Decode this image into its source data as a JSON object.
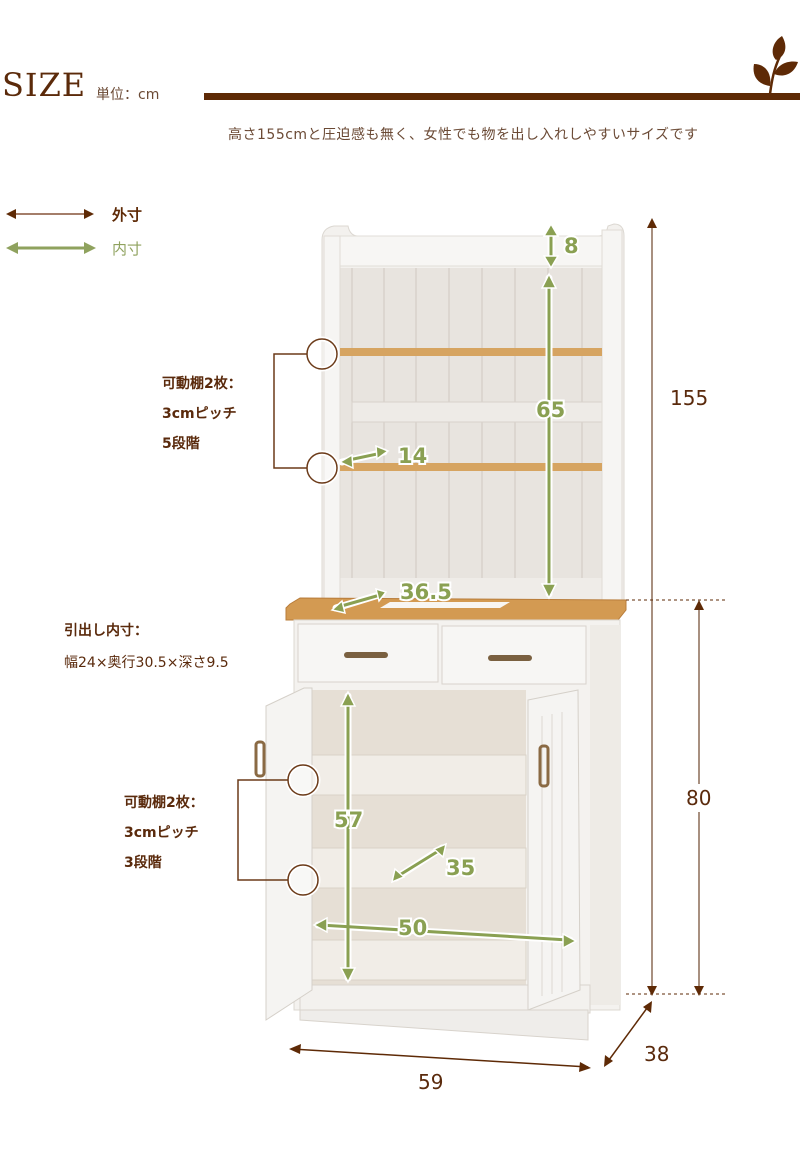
{
  "header": {
    "title": "SIZE",
    "unit": "単位：cm",
    "subtitle": "高さ155cmと圧迫感も無く、女性でも物を出し入れしやすいサイズです",
    "icon": "leaf-sprig-icon"
  },
  "legend": {
    "outer": {
      "label": "外寸",
      "color": "#5e2a06"
    },
    "inner": {
      "label": "内寸",
      "color": "#8fa25e"
    }
  },
  "notes": {
    "upper_shelves": {
      "line1": "可動棚2枚：",
      "line2": "3cmピッチ",
      "line3": "5段階"
    },
    "drawer": {
      "line1": "引出し内寸：",
      "line2": "幅24×奥行30.5×深さ9.5"
    },
    "lower_shelves": {
      "line1": "可動棚2枚：",
      "line2": "3cmピッチ",
      "line3": "3段階"
    }
  },
  "dimensions": {
    "outer": {
      "total_height": "155",
      "lower_height": "80",
      "width": "59",
      "depth": "38"
    },
    "inner": {
      "top_rail": "8",
      "upper_height": "65",
      "upper_shelf_depth": "14",
      "counter_depth": "36.5",
      "lower_height": "57",
      "lower_shelf_depth": "35",
      "lower_width": "50"
    }
  },
  "colors": {
    "brand_brown": "#5e2a06",
    "inner_green": "#8aa052",
    "outer_line": "#a89080",
    "wood": "#d19a55",
    "cabinet_white": "#f6f4f1"
  }
}
